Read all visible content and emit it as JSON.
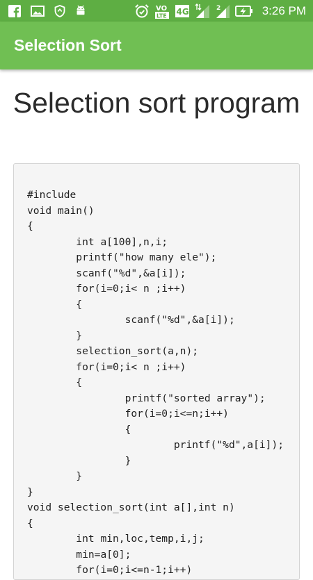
{
  "status_bar": {
    "time": "3:26 PM",
    "network_label": "4G",
    "left_icons": [
      "facebook-icon",
      "image-icon",
      "shield-icon",
      "android-icon"
    ],
    "right_icons": [
      "alarm-icon",
      "volte-icon",
      "4g-icon",
      "signal-icon",
      "signal-2-icon",
      "battery-charging-icon"
    ]
  },
  "app_bar": {
    "title": "Selection Sort"
  },
  "page": {
    "title": "Selection sort program",
    "code": "#include\nvoid main()\n{\n\tint a[100],n,i;\n\tprintf(\"how many ele\");\n\tscanf(\"%d\",&a[i]);\n\tfor(i=0;i< n ;i++)\n\t{\n\t\tscanf(\"%d\",&a[i]);\n\t}\n\tselection_sort(a,n);\n\tfor(i=0;i< n ;i++)\n\t{\n\t\tprintf(\"sorted array\");\n\t\tfor(i=0;i<=n;i++)\n\t\t{\n\t\t\tprintf(\"%d\",a[i]);\n\t\t}\n\t}\n}\nvoid selection_sort(int a[],int n)\n{\n\tint min,loc,temp,i,j;\n\tmin=a[0];\n\tfor(i=0;i<=n-1;i++)\n\t{"
  },
  "colors": {
    "status_bar_bg": "#5eae43",
    "app_bar_bg": "#70bf53",
    "code_bg": "#f5f5f5",
    "title_text": "#2b2b2b"
  }
}
